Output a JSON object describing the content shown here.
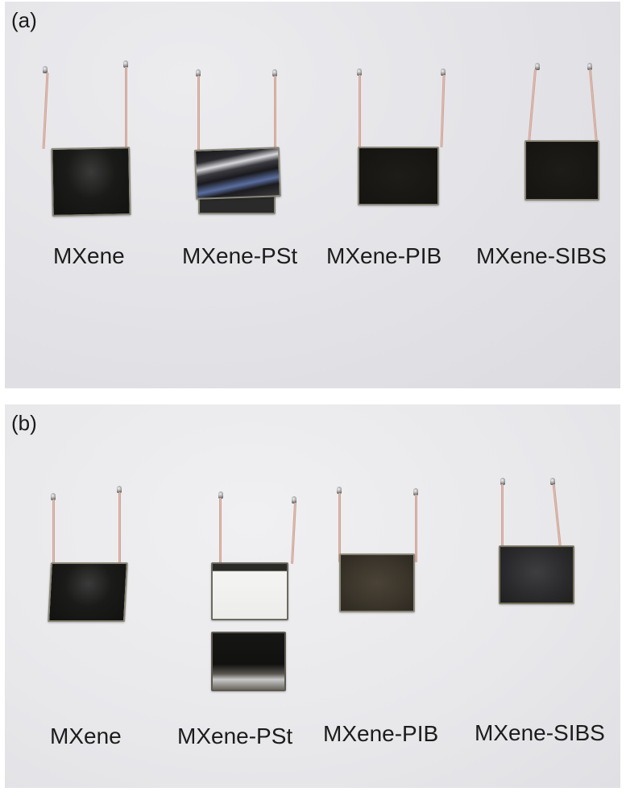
{
  "figure": {
    "panels": [
      {
        "id": "a",
        "label": "(a)",
        "samples": [
          {
            "name": "MXene",
            "appearance": "intact black film"
          },
          {
            "name": "MXene-PSt",
            "appearance": "curled, glossy, peeling film"
          },
          {
            "name": "MXene-PIB",
            "appearance": "intact matte black film"
          },
          {
            "name": "MXene-SIBS",
            "appearance": "intact black film"
          }
        ]
      },
      {
        "id": "b",
        "label": "(b)",
        "samples": [
          {
            "name": "MXene",
            "appearance": "intact black film with surface pattern"
          },
          {
            "name": "MXene-PSt",
            "appearance": "film detached from substrate, separate fragment below"
          },
          {
            "name": "MXene-PIB",
            "appearance": "intact brownish film"
          },
          {
            "name": "MXene-SIBS",
            "appearance": "intact dark grey film"
          }
        ]
      }
    ],
    "colors": {
      "background_a": "#e4e4e8",
      "background_b": "#ebebee",
      "label_text": "#1c1c1c",
      "wire": "#d8b0a4",
      "film": "#151412"
    }
  }
}
